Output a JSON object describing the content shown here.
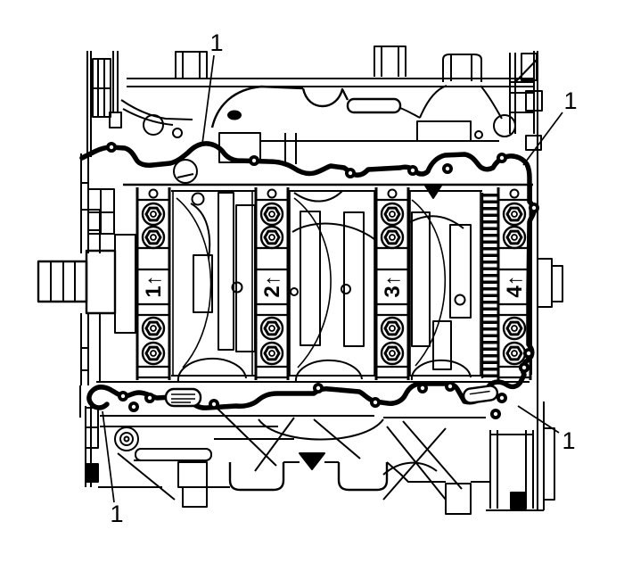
{
  "diagram": {
    "type": "technical-line-illustration",
    "description": "Engine block bottom sealing surface with sealant bead path, four numbered crankshaft main bearing caps and callout 1 pointing to the bead in four places",
    "colors": {
      "line": "#000000",
      "background": "#ffffff"
    },
    "callouts": {
      "top_left": {
        "label": "1"
      },
      "top_right": {
        "label": "1"
      },
      "bottom_left": {
        "label": "1"
      },
      "bottom_right": {
        "label": "1"
      }
    },
    "bearing_caps": [
      {
        "label": "1↑"
      },
      {
        "label": "2↑"
      },
      {
        "label": "3↑"
      },
      {
        "label": "4↑"
      }
    ]
  }
}
